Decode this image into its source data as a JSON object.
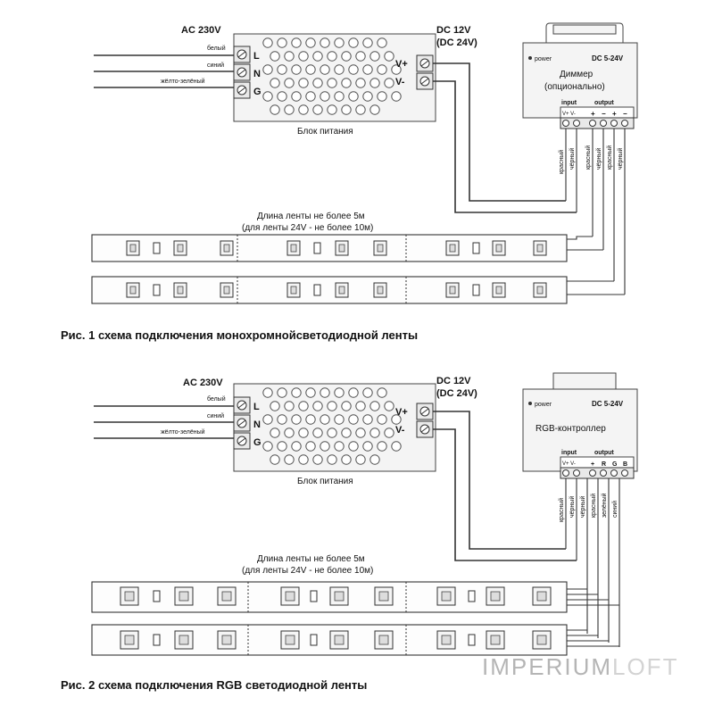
{
  "fig1": {
    "ac_label": "AC 230V",
    "wire_labels": [
      "белый",
      "синий",
      "жёлто-зелёный"
    ],
    "psu_terminals": [
      "L",
      "N",
      "G"
    ],
    "dc_line1": "DC 12V",
    "dc_line2": "(DC 24V)",
    "out_terminals": [
      "V+",
      "V-"
    ],
    "psu_caption": "Блок питания",
    "controller_power": "power",
    "controller_voltage": "DC 5-24V",
    "controller_name_1": "Диммер",
    "controller_name_2": "(опционально)",
    "input_label": "input",
    "output_label": "output",
    "input_pins": "V+ V-",
    "output_pins": [
      "+",
      "−",
      "+",
      "−"
    ],
    "vertical_wires": [
      "красный",
      "чёрный",
      "красный",
      "чёрный",
      "красный",
      "чёрный"
    ],
    "length_line1": "Длина ленты не более 5м",
    "length_line2": "(для ленты 24V - не более 10м)",
    "caption": "Рис. 1 схема подключения монохромнойсветодиодной ленты"
  },
  "fig2": {
    "ac_label": "AC 230V",
    "wire_labels": [
      "белый",
      "синий",
      "жёлто-зелёный"
    ],
    "psu_terminals": [
      "L",
      "N",
      "G"
    ],
    "dc_line1": "DC 12V",
    "dc_line2": "(DC 24V)",
    "out_terminals": [
      "V+",
      "V-"
    ],
    "psu_caption": "Блок питания",
    "controller_power": "power",
    "controller_voltage": "DC 5-24V",
    "controller_name_1": "RGB-контроллер",
    "input_label": "input",
    "output_label": "output",
    "input_pins": "V+ V-",
    "output_pins": [
      "+",
      "R",
      "G",
      "B"
    ],
    "vertical_wires": [
      "красный",
      "чёрный",
      "чёрный",
      "красный",
      "зелёный",
      "синий"
    ],
    "length_line1": "Длина ленты не более 5м",
    "length_line2": "(для ленты 24V - не более 10м)",
    "caption": "Рис. 2 схема подключения RGB светодиодной ленты"
  },
  "watermark": {
    "part1": "IMPERIUM",
    "part2": "LOFT"
  }
}
